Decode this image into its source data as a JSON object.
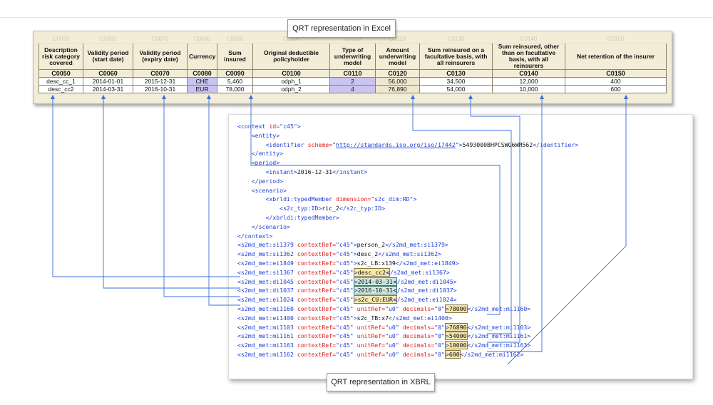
{
  "excel": {
    "title": "QRT representation in Excel",
    "faded_codes": [
      "C0050",
      "C0060",
      "C0070",
      "C0080",
      "C0090",
      "C0100",
      "C0110",
      "C0120",
      "C0130",
      "C0140",
      "C0150"
    ],
    "headers": [
      "Description risk category covered",
      "Validity period (start date)",
      "Validity period (expiry date)",
      "Currency",
      "Sum insured",
      "Original deductible policyholder",
      "Type of underwriting model",
      "Amount underwriting model",
      "Sum reinsured on a facultative basis, with all reinsurers",
      "Sum reinsured, other than on facultative basis, with all reinsurers",
      "Net retention of the insurer"
    ],
    "codes": [
      "C0050",
      "C0060",
      "C0070",
      "C0080",
      "C0090",
      "C0100",
      "C0110",
      "C0120",
      "C0130",
      "C0140",
      "C0150"
    ],
    "rows": [
      [
        "desc_cc_1",
        "2014-01-01",
        "2015-12-31",
        "CHE",
        "5,460",
        "odph_1",
        "2",
        "56,000",
        "34,500",
        "12,000",
        "400"
      ],
      [
        "desc_cc2",
        "2014-03-31",
        "2016-10-31",
        "EUR",
        "78,000",
        "odph_2",
        "4",
        "76,890",
        "54,000",
        "10,000",
        "600"
      ]
    ]
  },
  "xbrl": {
    "title": "QRT representation in XBRL",
    "lines": {
      "l1": {
        "tag_open": "<context ",
        "attr": "id=",
        "val": "\"c45\"",
        "close": ">"
      },
      "l2": "<entity>",
      "l3": {
        "tag_open": "<identifier ",
        "attr": "scheme=",
        "q1": "\"",
        "url": "http://standards.iso.org/iso/17442",
        "q2": "\"",
        "close": ">",
        "text": "5493000BHPCSWG6WM562",
        "end": "</identifier>"
      },
      "l4": "</entity>",
      "l5": "<period>",
      "l6": {
        "open": "<instant>",
        "text": "2016-12-31",
        "end": "</instant>"
      },
      "l7": "</period>",
      "l8": "<scenario>",
      "l9": {
        "tag_open": "<xbrldi:typedMember ",
        "attr": "dimension=",
        "val": "\"s2c_dim:RD\"",
        "close": ">"
      },
      "l10": {
        "open": "<s2c_typ:ID>",
        "text": "ric_2",
        "end": "</s2c_typ:ID>"
      },
      "l11": "</xbrldi:typedMember>",
      "l12": "</scenario>",
      "l13": "</context>",
      "m1": {
        "tag": "<s2md_met:si1379 ",
        "text": "person_2",
        "end": "</s2md_met:si1379>"
      },
      "m2": {
        "tag": "<s2md_met:si1362 ",
        "text": "desc_2",
        "end": "</s2md_met:si1362>"
      },
      "m3": {
        "tag": "<s2md_met:ei1849 ",
        "text": "s2c_LB:x139",
        "end": "</s2md_met:ei1849>"
      },
      "m4": {
        "tag": "<s2md_met:si1367 ",
        "text": "desc_cc2",
        "end": "</s2md_met:si1367>"
      },
      "m5": {
        "tag": "<s2md_met:di1045 ",
        "text": "2014-03-31",
        "end": "</s2md_met:di1045>"
      },
      "m6": {
        "tag": "<s2md_met:di1037 ",
        "text": "2016-10-31",
        "end": "</s2md_met:di1037>"
      },
      "m7": {
        "tag": "<s2md_met:ei1024 ",
        "text": "s2c_CU:EUR",
        "end": "</s2md_met:ei1024>"
      },
      "m8": {
        "tag": "<s2md_met:mi1160 ",
        "text": "78000",
        "end": "</s2md_met:mi1160>"
      },
      "m9": {
        "tag": "<s2md_met:ei1400 ",
        "text": "s2c_TB:x7",
        "end": "</s2md_met:ei1400>"
      },
      "m10": {
        "tag": "<s2md_met:mi1103 ",
        "text": "76890",
        "end": "</s2md_met:mi1103>"
      },
      "m11": {
        "tag": "<s2md_met:mi1161 ",
        "text": "54000",
        "end": "</s2md_met:mi1161>"
      },
      "m12": {
        "tag": "<s2md_met:mi1163 ",
        "text": "10000",
        "end": "</s2md_met:mi1163>"
      },
      "m13": {
        "tag": "<s2md_met:mi1162 ",
        "text": "600",
        "end": "</s2md_met:mi1162>"
      }
    },
    "contextref_attr": "contextRef=",
    "contextref_val": "\"c45\"",
    "unitref_attr": "unitRef=",
    "unitref_val": "\"u0\"",
    "decimals_attr": "decimals=",
    "decimals_val": "\"0\"",
    "gt": ">",
    "lt": "<"
  },
  "colors": {
    "arrow": "#3a6fd8",
    "tag": "#1f3fd6",
    "attr": "#e0201a",
    "purple_cell": "#c9c4f0",
    "highlight_tan": "#f6e7ae",
    "highlight_teal": "#cfe8df"
  }
}
